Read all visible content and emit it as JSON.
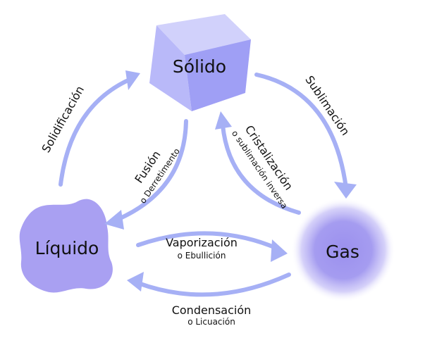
{
  "states": {
    "solid": {
      "label": "Sólido"
    },
    "liquid": {
      "label": "Líquido"
    },
    "gas": {
      "label": "Gas"
    }
  },
  "processes": {
    "solidification": {
      "label": "Solidificación"
    },
    "sublimation": {
      "label": "Sublimación"
    },
    "fusion": {
      "label": "Fusión",
      "alt": "o Derretimento"
    },
    "crystallization": {
      "label": "Cristalización",
      "alt": "o sublimación inversa"
    },
    "vaporization": {
      "label": "Vaporización",
      "alt": "o Ebullición"
    },
    "condensation": {
      "label": "Condensación",
      "alt": "o Licuación"
    }
  },
  "colors": {
    "arrow": "#a6b0f5",
    "cube_top": "#d1d1fb",
    "cube_left": "#b9b9f9",
    "cube_right": "#9f9ff5",
    "liquid": "#a9a0f2",
    "gas": "#9b90ee"
  }
}
